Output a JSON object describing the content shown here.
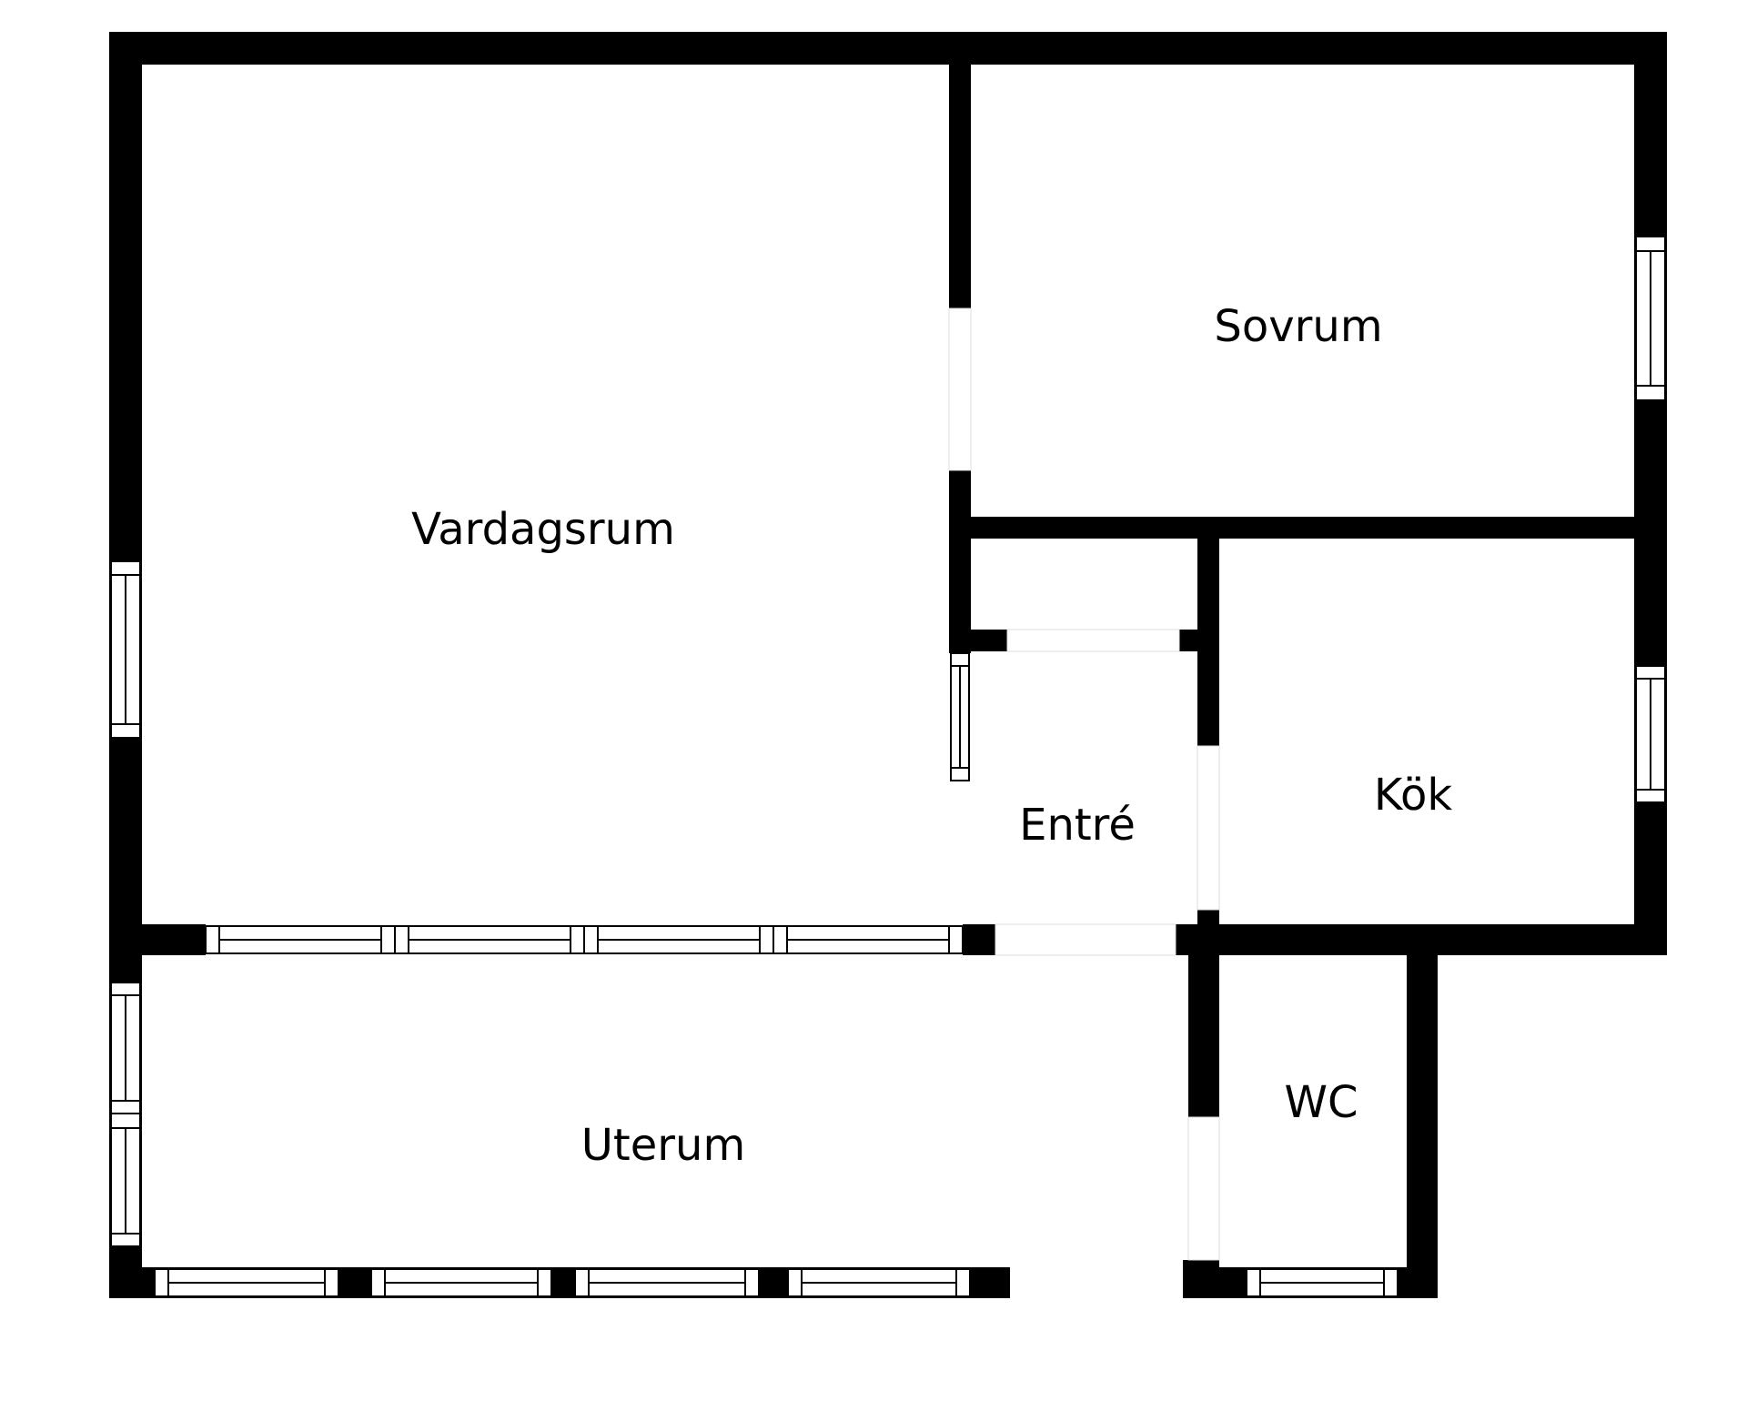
{
  "rooms": {
    "vardagsrum": "Vardagsrum",
    "sovrum": "Sovrum",
    "entre": "Entré",
    "kok": "Kök",
    "wc": "WC",
    "uterum": "Uterum"
  },
  "colors": {
    "wall": "#000000",
    "background": "#ffffff"
  }
}
